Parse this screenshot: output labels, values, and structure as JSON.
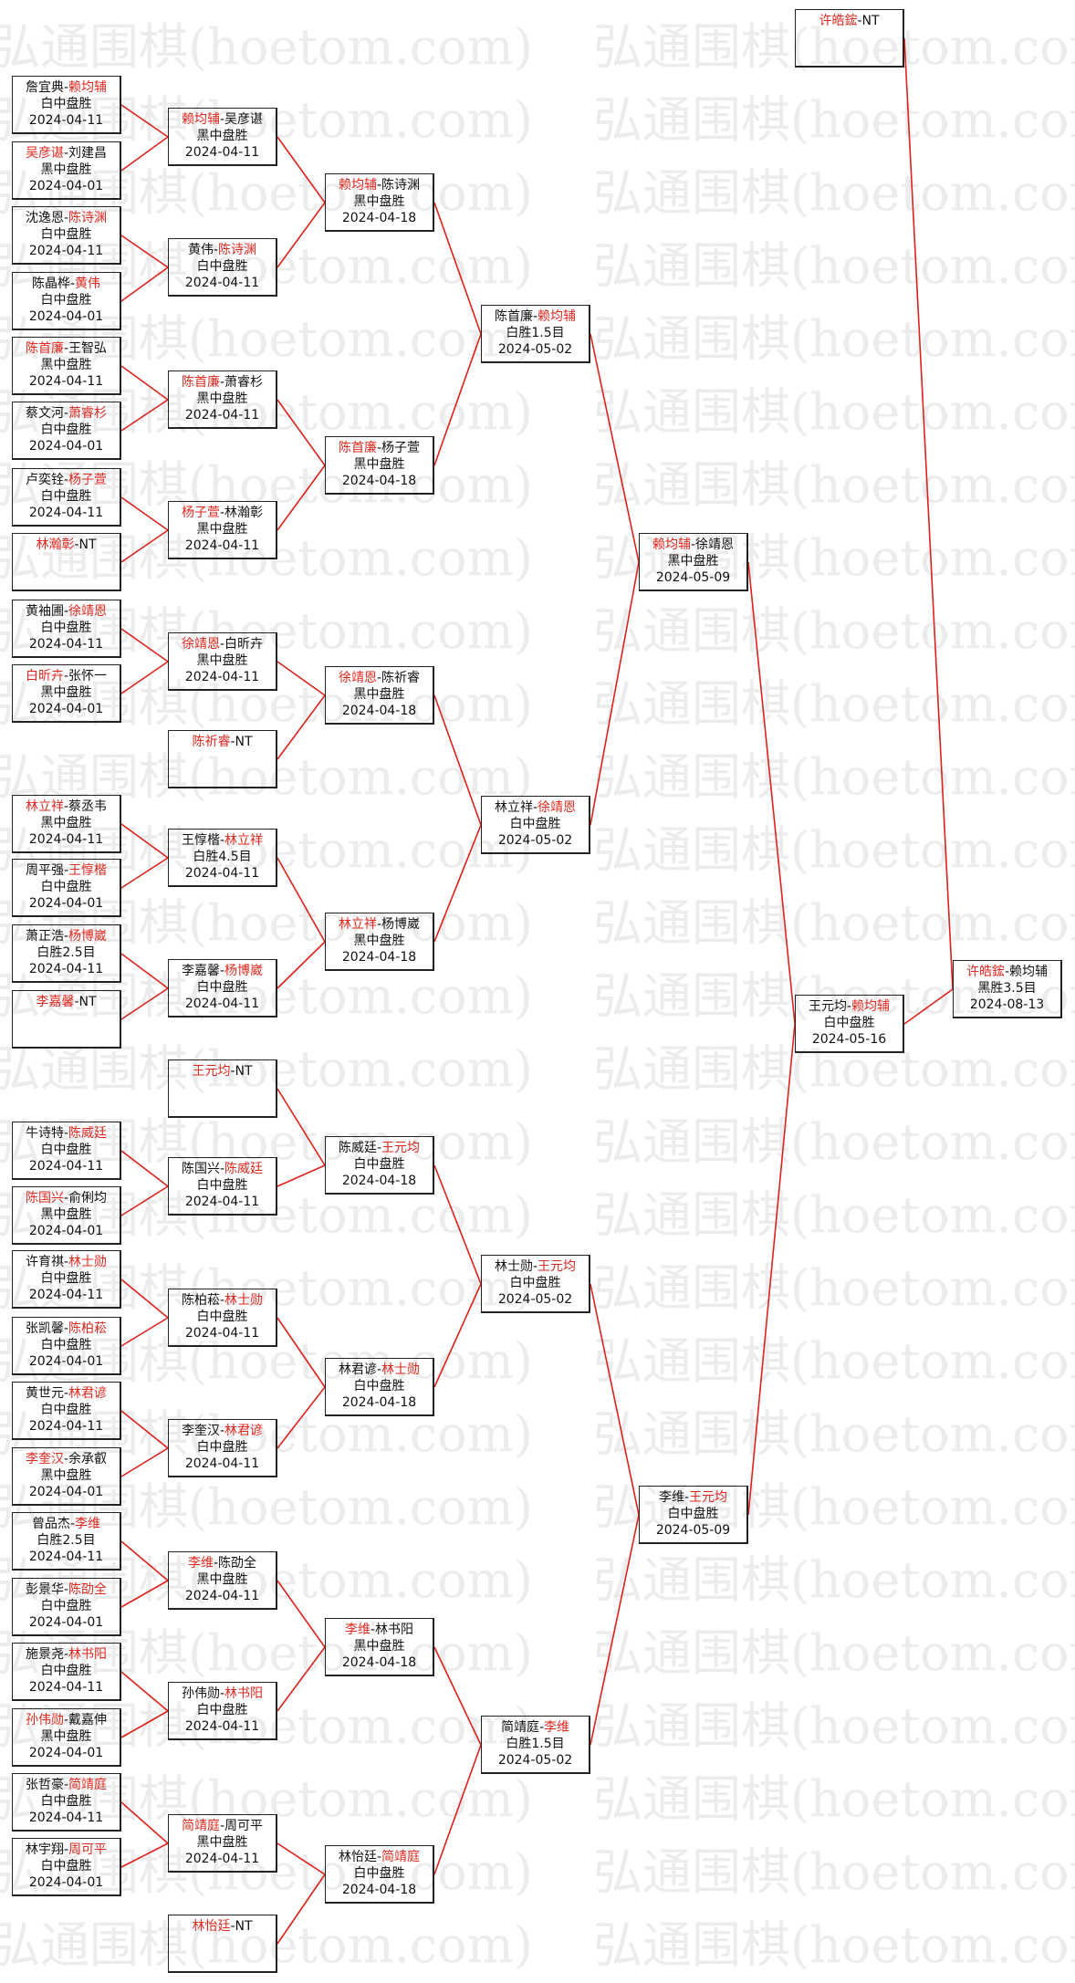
{
  "watermark": "弘通围棋(hoetom.com)",
  "line_color": "#e0201a",
  "win_color": "#e0281f",
  "r1": [
    {
      "a": "詹宜典",
      "b": "赖均辅",
      "w": "b",
      "res": "白中盘胜",
      "date": "2024-04-11"
    },
    {
      "a": "吴彦谌",
      "b": "刘建昌",
      "w": "a",
      "res": "黑中盘胜",
      "date": "2024-04-01"
    },
    {
      "a": "沈逸恩",
      "b": "陈诗渊",
      "w": "b",
      "res": "白中盘胜",
      "date": "2024-04-11"
    },
    {
      "a": "陈晶桦",
      "b": "黄伟",
      "w": "b",
      "res": "白中盘胜",
      "date": "2024-04-01"
    },
    {
      "a": "陈首廉",
      "b": "王智弘",
      "w": "a",
      "res": "黑中盘胜",
      "date": "2024-04-11"
    },
    {
      "a": "蔡文河",
      "b": "萧睿杉",
      "w": "b",
      "res": "白中盘胜",
      "date": "2024-04-01"
    },
    {
      "a": "卢奕铨",
      "b": "杨子萱",
      "w": "b",
      "res": "白中盘胜",
      "date": "2024-04-11"
    },
    {
      "a": "林瀚彰",
      "b": "NT",
      "w": "a",
      "res": "",
      "date": ""
    },
    {
      "a": "黄袖圃",
      "b": "徐靖恩",
      "w": "b",
      "res": "白中盘胜",
      "date": "2024-04-11"
    },
    {
      "a": "白昕卉",
      "b": "张怀一",
      "w": "a",
      "res": "黑中盘胜",
      "date": "2024-04-01"
    },
    {
      "a": "林立祥",
      "b": "蔡丞韦",
      "w": "a",
      "res": "黑中盘胜",
      "date": "2024-04-11"
    },
    {
      "a": "周平强",
      "b": "王惇楷",
      "w": "b",
      "res": "白中盘胜",
      "date": "2024-04-01"
    },
    {
      "a": "萧正浩",
      "b": "杨博崴",
      "w": "b",
      "res": "白胜2.5目",
      "date": "2024-04-11"
    },
    {
      "a": "李嘉馨",
      "b": "NT",
      "w": "a",
      "res": "",
      "date": ""
    },
    {
      "a": "牛诗特",
      "b": "陈威廷",
      "w": "b",
      "res": "白中盘胜",
      "date": "2024-04-11"
    },
    {
      "a": "陈国兴",
      "b": "俞俐均",
      "w": "a",
      "res": "黑中盘胜",
      "date": "2024-04-01"
    },
    {
      "a": "许育祺",
      "b": "林士勋",
      "w": "b",
      "res": "白中盘胜",
      "date": "2024-04-11"
    },
    {
      "a": "张凯馨",
      "b": "陈柏菘",
      "w": "b",
      "res": "白中盘胜",
      "date": "2024-04-01"
    },
    {
      "a": "黄世元",
      "b": "林君谚",
      "w": "b",
      "res": "白中盘胜",
      "date": "2024-04-11"
    },
    {
      "a": "李奎汉",
      "b": "余承叡",
      "w": "a",
      "res": "黑中盘胜",
      "date": "2024-04-01"
    },
    {
      "a": "曾品杰",
      "b": "李维",
      "w": "b",
      "res": "白胜2.5目",
      "date": "2024-04-11"
    },
    {
      "a": "彭景华",
      "b": "陈劭全",
      "w": "b",
      "res": "白中盘胜",
      "date": "2024-04-01"
    },
    {
      "a": "施景尧",
      "b": "林书阳",
      "w": "b",
      "res": "白中盘胜",
      "date": "2024-04-11"
    },
    {
      "a": "孙伟勋",
      "b": "戴嘉伸",
      "w": "a",
      "res": "黑中盘胜",
      "date": "2024-04-01"
    },
    {
      "a": "张哲豪",
      "b": "简靖庭",
      "w": "b",
      "res": "白中盘胜",
      "date": "2024-04-11"
    },
    {
      "a": "林宇翔",
      "b": "周可平",
      "w": "b",
      "res": "白中盘胜",
      "date": "2024-04-01"
    }
  ],
  "r2": [
    {
      "a": "赖均辅",
      "b": "吴彦谌",
      "w": "a",
      "res": "黑中盘胜",
      "date": "2024-04-11"
    },
    {
      "a": "黄伟",
      "b": "陈诗渊",
      "w": "b",
      "res": "白中盘胜",
      "date": "2024-04-11"
    },
    {
      "a": "陈首廉",
      "b": "萧睿杉",
      "w": "a",
      "res": "黑中盘胜",
      "date": "2024-04-11"
    },
    {
      "a": "杨子萱",
      "b": "林瀚彰",
      "w": "a",
      "res": "黑中盘胜",
      "date": "2024-04-11"
    },
    {
      "a": "徐靖恩",
      "b": "白昕卉",
      "w": "a",
      "res": "黑中盘胜",
      "date": "2024-04-11"
    },
    {
      "a": "陈祈睿",
      "b": "NT",
      "w": "a",
      "res": "",
      "date": ""
    },
    {
      "a": "王惇楷",
      "b": "林立祥",
      "w": "b",
      "res": "白胜4.5目",
      "date": "2024-04-11"
    },
    {
      "a": "李嘉馨",
      "b": "杨博崴",
      "w": "b",
      "res": "白中盘胜",
      "date": "2024-04-11"
    },
    {
      "a": "王元均",
      "b": "NT",
      "w": "a",
      "res": "",
      "date": ""
    },
    {
      "a": "陈国兴",
      "b": "陈威廷",
      "w": "b",
      "res": "白中盘胜",
      "date": "2024-04-11"
    },
    {
      "a": "陈柏菘",
      "b": "林士勋",
      "w": "b",
      "res": "白中盘胜",
      "date": "2024-04-11"
    },
    {
      "a": "李奎汉",
      "b": "林君谚",
      "w": "b",
      "res": "白中盘胜",
      "date": "2024-04-11"
    },
    {
      "a": "李维",
      "b": "陈劭全",
      "w": "a",
      "res": "黑中盘胜",
      "date": "2024-04-11"
    },
    {
      "a": "孙伟勋",
      "b": "林书阳",
      "w": "b",
      "res": "白中盘胜",
      "date": "2024-04-11"
    },
    {
      "a": "简靖庭",
      "b": "周可平",
      "w": "a",
      "res": "黑中盘胜",
      "date": "2024-04-11"
    },
    {
      "a": "林怡廷",
      "b": "NT",
      "w": "a",
      "res": "",
      "date": ""
    }
  ],
  "r3": [
    {
      "a": "赖均辅",
      "b": "陈诗渊",
      "w": "a",
      "res": "黑中盘胜",
      "date": "2024-04-18"
    },
    {
      "a": "陈首廉",
      "b": "杨子萱",
      "w": "a",
      "res": "黑中盘胜",
      "date": "2024-04-18"
    },
    {
      "a": "徐靖恩",
      "b": "陈祈睿",
      "w": "a",
      "res": "黑中盘胜",
      "date": "2024-04-18"
    },
    {
      "a": "林立祥",
      "b": "杨博崴",
      "w": "a",
      "res": "黑中盘胜",
      "date": "2024-04-18"
    },
    {
      "a": "陈威廷",
      "b": "王元均",
      "w": "b",
      "res": "白中盘胜",
      "date": "2024-04-18"
    },
    {
      "a": "林君谚",
      "b": "林士勋",
      "w": "b",
      "res": "白中盘胜",
      "date": "2024-04-18"
    },
    {
      "a": "李维",
      "b": "林书阳",
      "w": "a",
      "res": "黑中盘胜",
      "date": "2024-04-18"
    },
    {
      "a": "林怡廷",
      "b": "简靖庭",
      "w": "b",
      "res": "白中盘胜",
      "date": "2024-04-18"
    }
  ],
  "r4": [
    {
      "a": "陈首廉",
      "b": "赖均辅",
      "w": "b",
      "res": "白胜1.5目",
      "date": "2024-05-02"
    },
    {
      "a": "林立祥",
      "b": "徐靖恩",
      "w": "b",
      "res": "白中盘胜",
      "date": "2024-05-02"
    },
    {
      "a": "林士勋",
      "b": "王元均",
      "w": "b",
      "res": "白中盘胜",
      "date": "2024-05-02"
    },
    {
      "a": "简靖庭",
      "b": "李维",
      "w": "b",
      "res": "白胜1.5目",
      "date": "2024-05-02"
    }
  ],
  "r5": [
    {
      "a": "赖均辅",
      "b": "徐靖恩",
      "w": "a",
      "res": "黑中盘胜",
      "date": "2024-05-09"
    },
    {
      "a": "李维",
      "b": "王元均",
      "w": "b",
      "res": "白中盘胜",
      "date": "2024-05-09"
    }
  ],
  "r6": [
    {
      "a": "王元均",
      "b": "赖均辅",
      "w": "b",
      "res": "白中盘胜",
      "date": "2024-05-16"
    }
  ],
  "bye": {
    "a": "许皓鋐",
    "b": "NT",
    "w": "a",
    "res": "",
    "date": ""
  },
  "final": {
    "a": "许皓鋐",
    "b": "赖均辅",
    "w": "a",
    "res": "黑胜3.5目",
    "date": "2024-08-13"
  }
}
